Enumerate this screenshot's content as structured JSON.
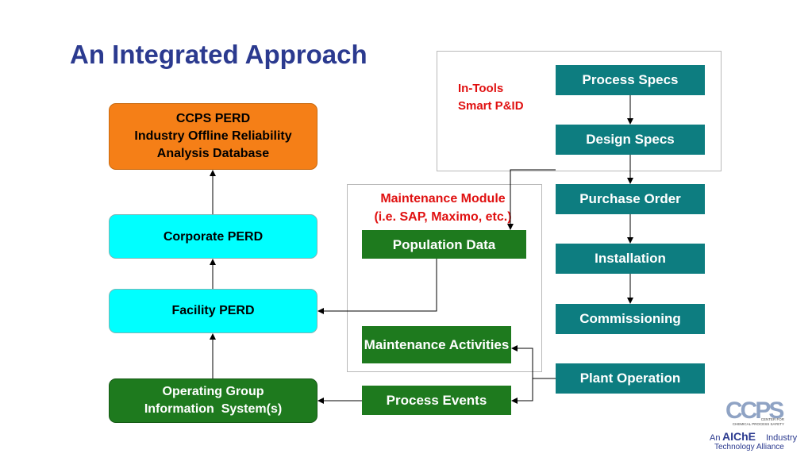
{
  "title": "An Integrated Approach",
  "left_column": {
    "ccps_perd": [
      "CCPS PERD",
      "Industry Offline Reliability",
      "Analysis Database"
    ],
    "corporate_perd": "Corporate PERD",
    "facility_perd": "Facility PERD",
    "operating_group": [
      "Operating Group",
      "Information  System(s)"
    ]
  },
  "maintenance_module": {
    "label": [
      "Maintenance Module",
      "(i.e. SAP, Maximo, etc.)"
    ],
    "population_data": "Population Data",
    "maintenance_activities": [
      "Maintenance",
      "Activities"
    ],
    "process_events": "Process Events"
  },
  "in_tools": {
    "label": [
      "In-Tools",
      "Smart P&ID"
    ]
  },
  "lifecycle": {
    "process_specs": "Process Specs",
    "design_specs": "Design Specs",
    "purchase_order": "Purchase Order",
    "installation": "Installation",
    "commissioning": "Commissioning",
    "plant_operation": "Plant Operation"
  },
  "logo": {
    "ccps_letters": "CCPS",
    "center_text": [
      "CENTER FOR",
      "CHEMICAL PROCESS SAFETY"
    ],
    "an": "An",
    "aiche": "AIChE",
    "industry": "Industry",
    "technology_alliance": "Technology Alliance"
  },
  "colors": {
    "title": "#2b3a8f",
    "orange": "#f57f17",
    "cyan": "#00ffff",
    "green": "#1e7a1e",
    "teal": "#0d7d80",
    "red_label": "#e01010"
  }
}
